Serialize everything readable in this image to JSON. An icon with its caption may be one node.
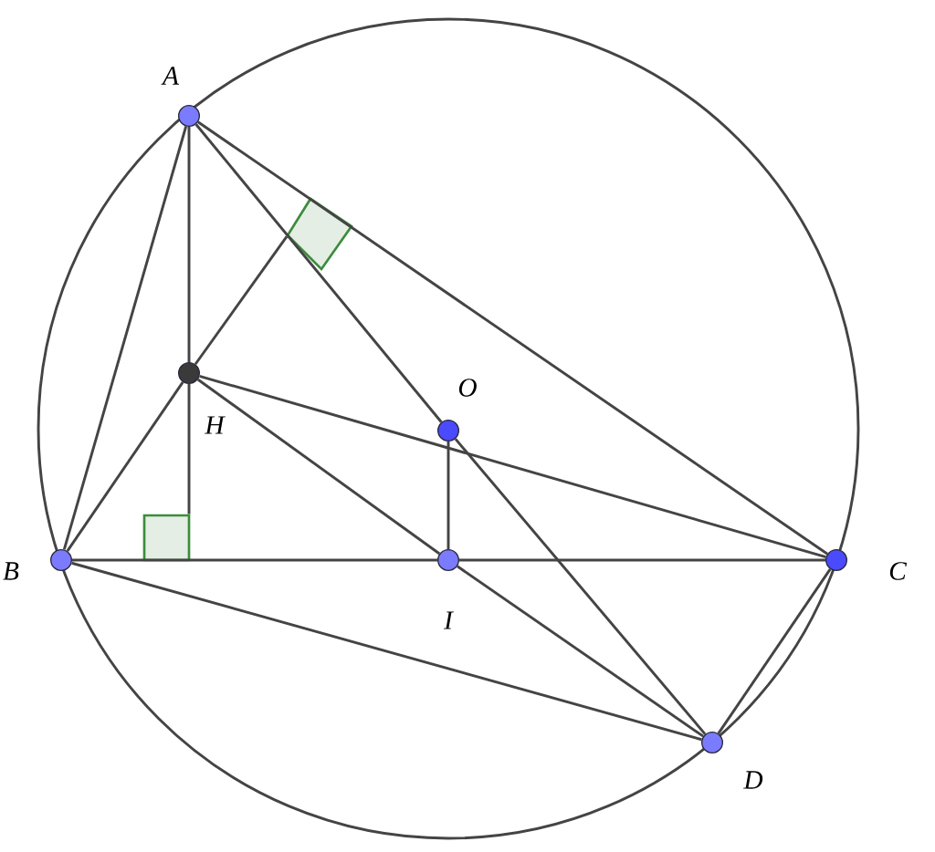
{
  "diagram": {
    "nodes": [
      {
        "text": [
          "A"
        ]
      },
      {
        "text": [
          "H"
        ]
      },
      {
        "text": [
          "O"
        ]
      },
      {
        "text": [
          "B"
        ]
      },
      {
        "text": [
          "I"
        ]
      },
      {
        "text": [
          "C"
        ]
      },
      {
        "text": [
          "D"
        ]
      },
      {
        "text": [],
        "shape": "box"
      },
      {
        "text": [],
        "shape": "box"
      }
    ],
    "edges": [
      {
        "from": 0,
        "to": 3,
        "arrow": "none"
      },
      {
        "from": 0,
        "to": 5,
        "arrow": "none"
      },
      {
        "from": 0,
        "to": 1,
        "arrow": "none"
      },
      {
        "from": 1,
        "to": 7,
        "arrow": "none"
      },
      {
        "from": 3,
        "to": 1,
        "arrow": "none"
      },
      {
        "from": 1,
        "to": 8,
        "arrow": "none"
      },
      {
        "from": 0,
        "to": 2,
        "arrow": "none"
      },
      {
        "from": 1,
        "to": 5,
        "arrow": "none"
      },
      {
        "from": 1,
        "to": 4,
        "arrow": "none"
      },
      {
        "from": 2,
        "to": 4,
        "arrow": "none"
      },
      {
        "from": 2,
        "to": 6,
        "arrow": "none"
      },
      {
        "from": 4,
        "to": 6,
        "arrow": "none"
      },
      {
        "from": 3,
        "to": 6,
        "arrow": "none"
      },
      {
        "from": 5,
        "to": 6,
        "arrow": "none"
      },
      {
        "from": 3,
        "to": 4,
        "arrow": "none"
      },
      {
        "from": 4,
        "to": 5,
        "arrow": "none"
      }
    ]
  }
}
